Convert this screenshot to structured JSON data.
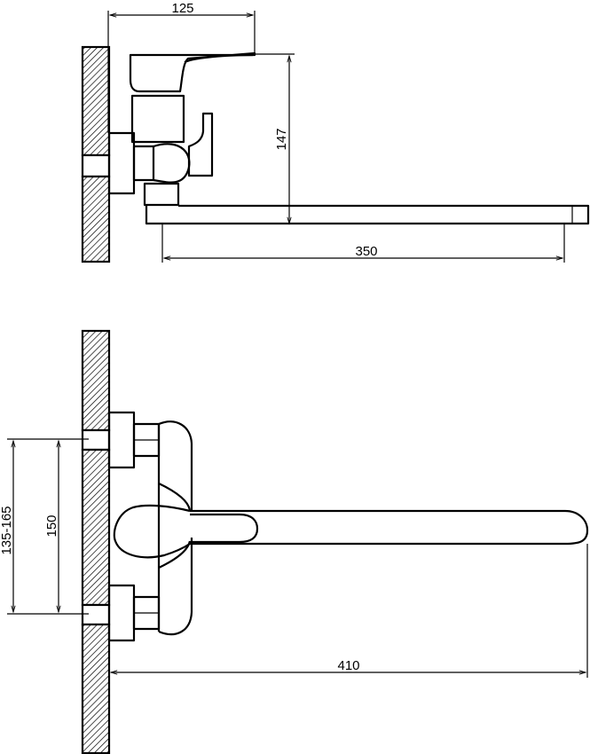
{
  "top_view": {
    "dim_width": "125",
    "dim_height": "147",
    "dim_spout": "350"
  },
  "front_view": {
    "dim_range": "135-165",
    "dim_spacing": "150",
    "dim_spout": "410"
  },
  "colors": {
    "line": "#000000",
    "background": "#ffffff"
  }
}
